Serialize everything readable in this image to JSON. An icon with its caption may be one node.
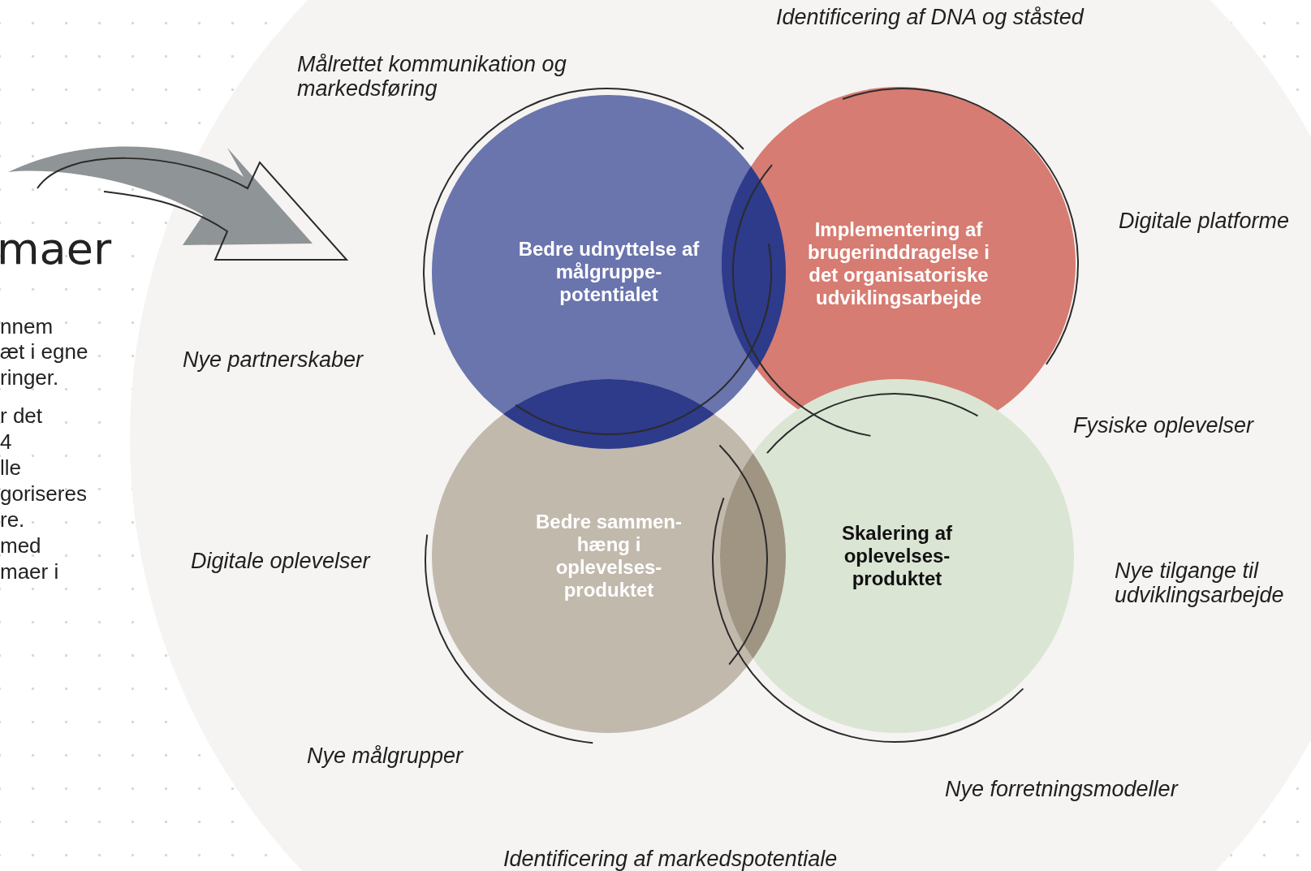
{
  "diagram": {
    "title": "maer",
    "nodes": [
      {
        "text": [
          "Bedre udnyttelse af målgruppe-potentialet"
        ]
      },
      {
        "text": [
          "Implementering af brugerinddragelse i det organisatoriske udviklingsarbejde"
        ]
      },
      {
        "text": [
          "Bedre sammen-hæng i oplevelses-produktet"
        ]
      },
      {
        "text": [
          "Skalering af oplevelses-produktet"
        ]
      }
    ],
    "edges": [],
    "labels": [
      "Identificering af DNA og ståsted",
      "Målrettet kommunikation og markedsføring",
      "Digitale platforme",
      "nnem",
      "æt i egne",
      "ringer.",
      "Nye partnerskaber",
      "r det",
      "4",
      "lle",
      "goriseres",
      "re.",
      "Fysiske oplevelser",
      "med",
      "Digitale oplevelser",
      "maer i",
      "Nye tilgange til udviklingsarbejde",
      "Nye målgrupper",
      "Nye forretningsmodeller",
      "Identificering af markedspotentiale"
    ]
  }
}
